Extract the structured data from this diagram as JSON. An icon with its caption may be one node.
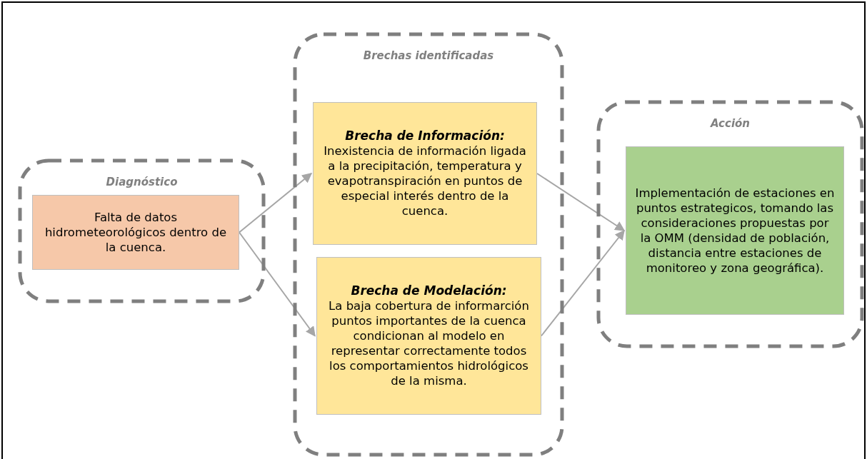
{
  "diagram": {
    "nodes": [
      {
        "text": [
          "Diagnóstico"
        ]
      },
      {
        "text": [
          "Falta de datos hidrometeorológicos dentro de la cuenca."
        ],
        "in": 0
      },
      {
        "text": [
          "Brechas identificadas"
        ]
      },
      {
        "text": [
          "Brecha de Información:",
          "Inexistencia de información ligada a la precipitación, temperatura y evapotranspiración en puntos de especial interés dentro de la cuenca."
        ],
        "in": 2
      },
      {
        "text": [
          "Brecha de Modelación:",
          "La baja cobertura de informarción puntos importantes de la cuenca condicionan al modelo en representar correctamente todos los comportamientos hidrológicos de la misma."
        ],
        "in": 2
      },
      {
        "text": [
          "Acción"
        ]
      },
      {
        "text": [
          "Implementación de estaciones en puntos estrategicos, tomando las consideraciones propuestas por la OMM (densidad de población, distancia entre estaciones de monitoreo y zona geográfica)."
        ],
        "in": 5
      }
    ],
    "edges": [
      {
        "from": 1,
        "to": 3,
        "arrow": "to"
      },
      {
        "from": 1,
        "to": 4,
        "arrow": "to"
      },
      {
        "from": 3,
        "to": 6,
        "arrow": "to"
      },
      {
        "from": 4,
        "to": 6,
        "arrow": "to"
      }
    ]
  }
}
